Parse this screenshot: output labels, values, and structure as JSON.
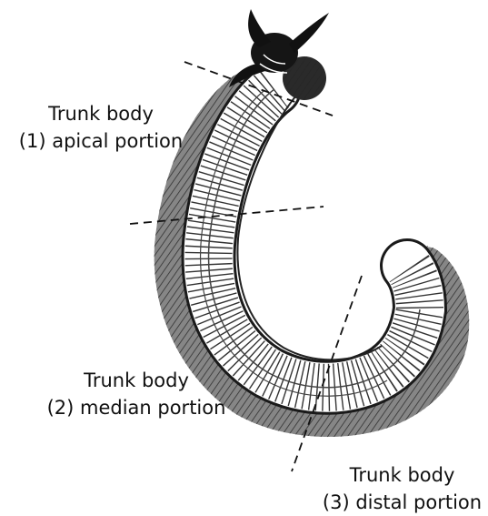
{
  "labels": {
    "apical": {
      "title": "Trunk body",
      "portion": "(1) apical portion"
    },
    "median": {
      "title": "Trunk body",
      "portion": "(2) median portion"
    },
    "distal": {
      "title": "Trunk body",
      "portion": "(3) distal portion"
    }
  },
  "colors": {
    "ink": "#111111",
    "background": "#ffffff"
  }
}
